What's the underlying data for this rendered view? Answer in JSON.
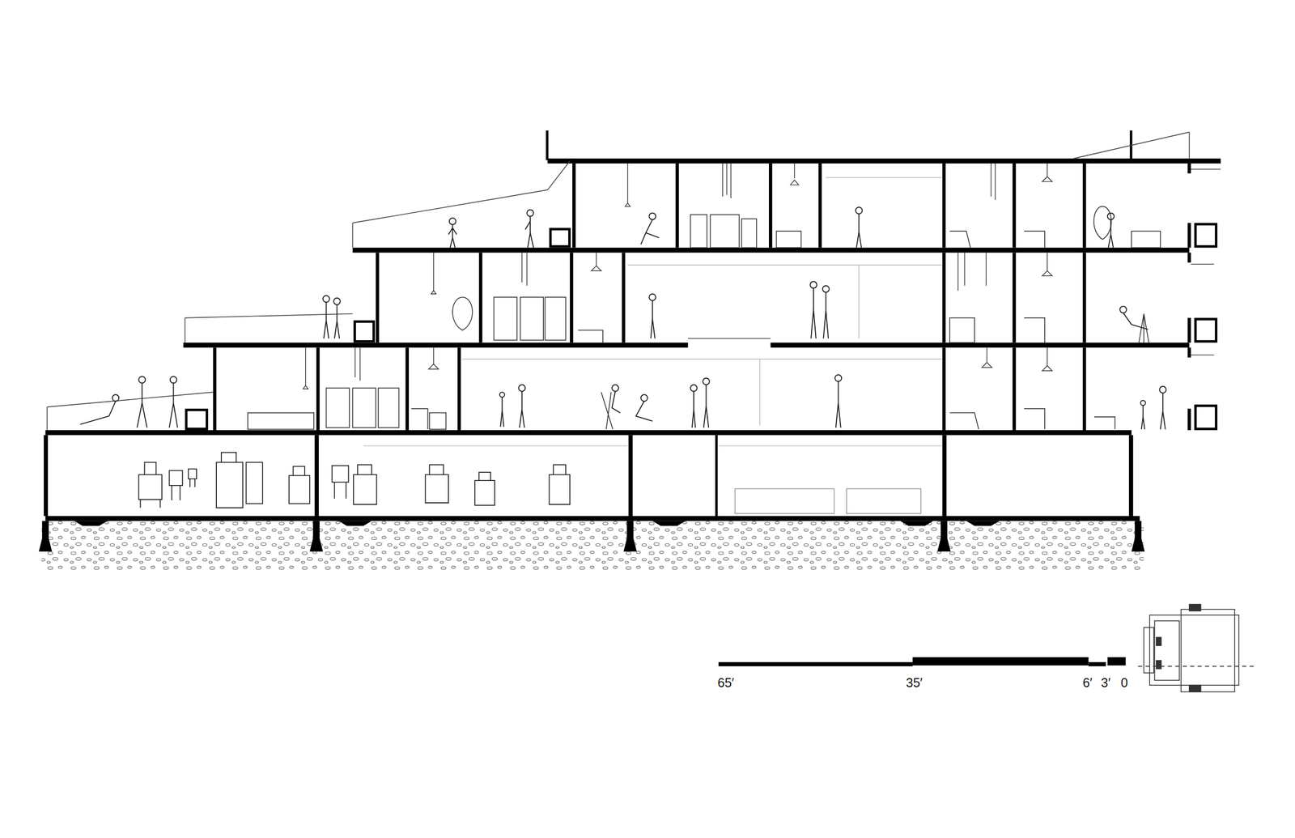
{
  "diagram": {
    "labels": [
      "65′",
      "35′",
      "6′",
      "3′",
      "0"
    ]
  }
}
